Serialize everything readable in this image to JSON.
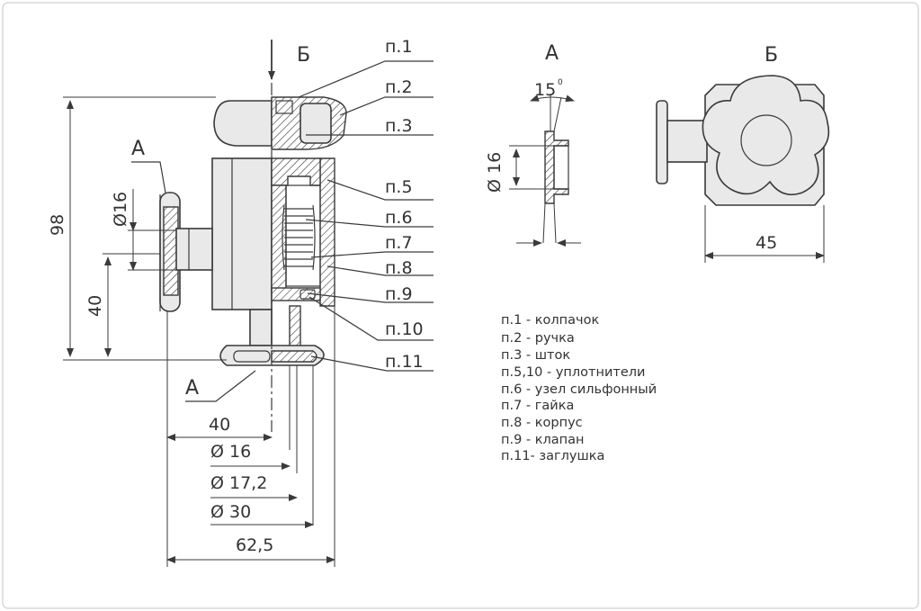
{
  "view_labels": {
    "section_b": "Б",
    "view_a": "А",
    "view_b": "Б",
    "section_a_left": "А",
    "section_a_bottom": "А"
  },
  "callouts": [
    "п.1",
    "п.2",
    "п.3",
    "п.5",
    "п.6",
    "п.7",
    "п.8",
    "п.9",
    "п.10",
    "п.11"
  ],
  "dimensions": {
    "height_98": "98",
    "height_40": "40",
    "dia_16_flange": "Ø16",
    "width_40": "40",
    "dia_16": "Ø 16",
    "dia_17_2": "Ø 17,2",
    "dia_30": "Ø 30",
    "width_62_5": "62,5",
    "dia_16_view_a": "Ø 16",
    "angle_15": "15",
    "angle_unit": "0",
    "width_45": "45"
  },
  "legend": [
    "п.1 - колпачок",
    "п.2 - ручка",
    "п.3 - шток",
    "п.5,10 - уплотнители",
    "п.6 - узел сильфонный",
    "п.7 - гайка",
    "п.8 - корпус",
    "п.9 - клапан",
    "п.11- заглушка"
  ],
  "colors": {
    "line": "#3a3a3a",
    "text": "#333333",
    "fill": "#e9e9e9",
    "frame": "#d8d8d8"
  }
}
